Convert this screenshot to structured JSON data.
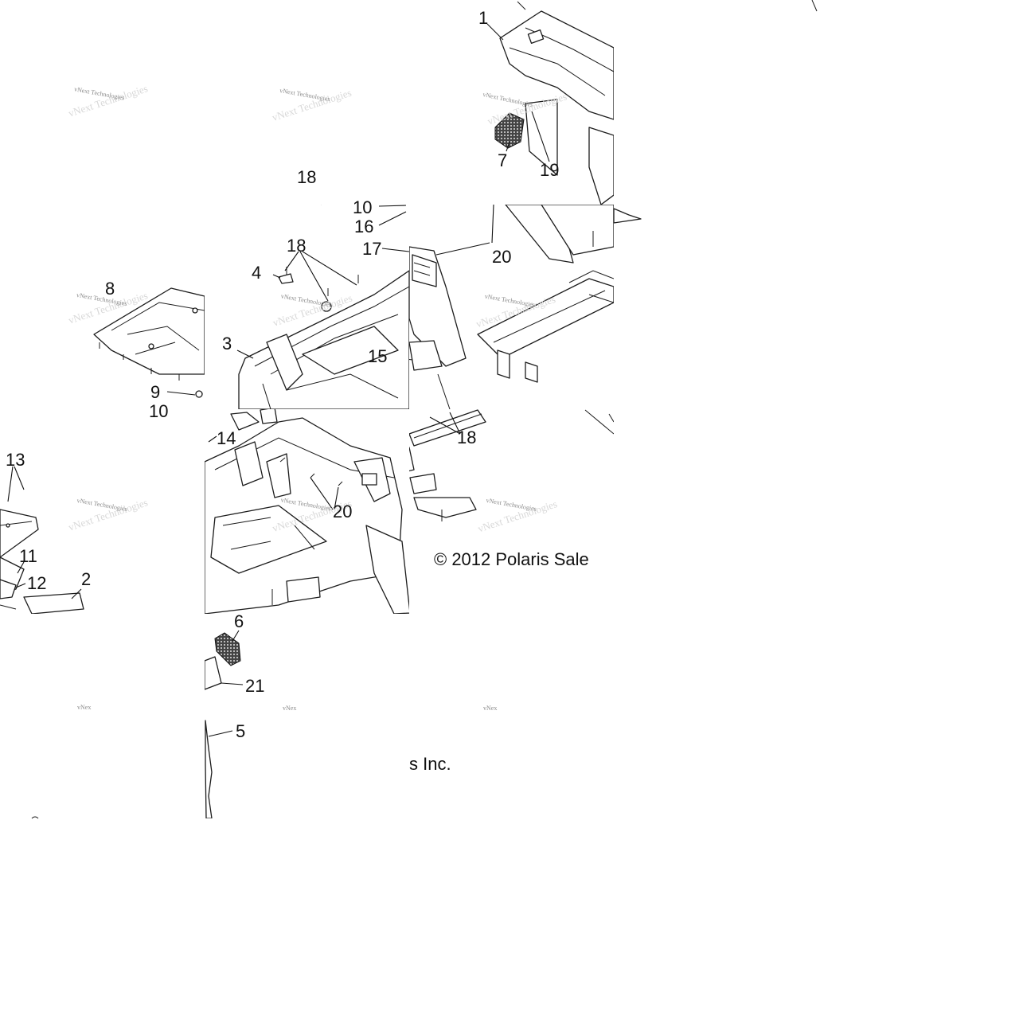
{
  "diagram": {
    "callouts": [
      {
        "id": "c1",
        "label": "1"
      },
      {
        "id": "c7",
        "label": "7"
      },
      {
        "id": "c19",
        "label": "19"
      },
      {
        "id": "c18a",
        "label": "18"
      },
      {
        "id": "c10a",
        "label": "10"
      },
      {
        "id": "c16",
        "label": "16"
      },
      {
        "id": "c17",
        "label": "17"
      },
      {
        "id": "c18b",
        "label": "18"
      },
      {
        "id": "c20a",
        "label": "20"
      },
      {
        "id": "c4",
        "label": "4"
      },
      {
        "id": "c8",
        "label": "8"
      },
      {
        "id": "c3",
        "label": "3"
      },
      {
        "id": "c15",
        "label": "15"
      },
      {
        "id": "c9",
        "label": "9"
      },
      {
        "id": "c10b",
        "label": "10"
      },
      {
        "id": "c14",
        "label": "14"
      },
      {
        "id": "c18c",
        "label": "18"
      },
      {
        "id": "c13",
        "label": "13"
      },
      {
        "id": "c20b",
        "label": "20"
      },
      {
        "id": "c11",
        "label": "11"
      },
      {
        "id": "c12",
        "label": "12"
      },
      {
        "id": "c2",
        "label": "2"
      },
      {
        "id": "c6",
        "label": "6"
      },
      {
        "id": "c21",
        "label": "21"
      },
      {
        "id": "c5",
        "label": "5"
      }
    ],
    "copyright_part1": "© 2012 Polaris Sale",
    "copyright_part2": "s Inc.",
    "watermark_text": "vNext Technologies",
    "watermark_text_cut": "vNex"
  }
}
